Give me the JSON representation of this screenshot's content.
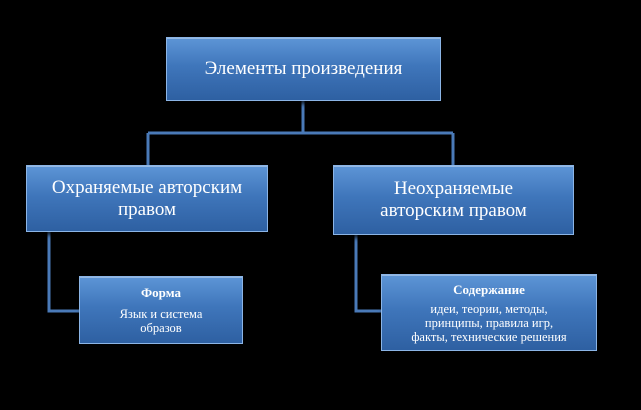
{
  "diagram": {
    "root": {
      "label": "Элементы произведения"
    },
    "left": {
      "label_line1": "Охраняемые авторским",
      "label_line2": "правом"
    },
    "right": {
      "label_line1": "Неохраняемые",
      "label_line2": "авторским правом"
    },
    "forma": {
      "heading": "Форма",
      "line1": "Язык и система",
      "line2": "образов"
    },
    "content": {
      "heading": "Содержание",
      "line1": "идеи, теории, методы,",
      "line2": "принципы, правила игр,",
      "line3": "факты, технические решения"
    },
    "colors": {
      "background": "#000000",
      "box_fill": "#3f76bb",
      "box_border": "#8cb5e6",
      "connector": "#4a7ab8",
      "text": "#ffffff"
    }
  }
}
